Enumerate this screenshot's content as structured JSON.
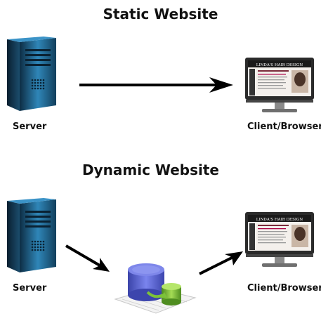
{
  "static_section": {
    "title": "Static Website",
    "server_label": "Server",
    "client_label": "Client/Browser"
  },
  "dynamic_section": {
    "title": "Dynamic Website",
    "server_label": "Server",
    "client_label": "Client/Browser"
  },
  "monitor_screen": {
    "site_name": "LINDA'S HAIR DESIGN"
  },
  "colors": {
    "server_body": "#1e5f86",
    "server_dark": "#0f3c58",
    "database_top": "#6a73d8",
    "database_green": "#8ac63f",
    "arrow": "#000000"
  }
}
